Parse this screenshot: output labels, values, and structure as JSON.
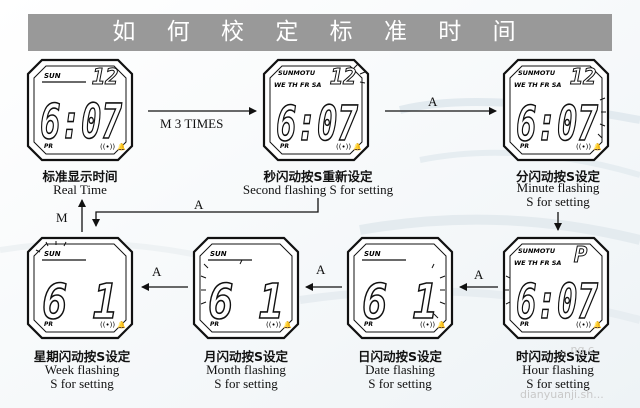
{
  "title": "如 何 校 定 标 准 时 间",
  "watches": [
    {
      "id": "real",
      "top_text": "SUN",
      "week_text": "",
      "big_digits": "6:07",
      "top_digits": "12",
      "pr": "PR"
    },
    {
      "id": "second",
      "top_text": "SUNMOTU",
      "week_text": "WE TH FR SA",
      "big_digits": "6:07",
      "top_digits": "12",
      "pr": "PR"
    },
    {
      "id": "minute",
      "top_text": "SUNMOTU",
      "week_text": "WE TH FR SA",
      "big_digits": "6:07",
      "top_digits": "12",
      "pr": "PR"
    },
    {
      "id": "hour",
      "top_text": "SUNMOTU",
      "week_text": "WE TH FR SA",
      "big_digits": "6:07",
      "top_digits": "P",
      "pr": "PR"
    },
    {
      "id": "date",
      "top_text": "SUN",
      "week_text": "",
      "big_digits": "6 1",
      "top_digits": "",
      "pr": "PR"
    },
    {
      "id": "month",
      "top_text": "SUN",
      "week_text": "",
      "big_digits": "6 1",
      "top_digits": "",
      "pr": "PR"
    },
    {
      "id": "week",
      "top_text": "SUN",
      "week_text": "",
      "big_digits": "6 1",
      "top_digits": "",
      "pr": "PR"
    }
  ],
  "labels": {
    "real": {
      "cn": "标准显示时间",
      "en1": "Real Time",
      "en2": ""
    },
    "second": {
      "cn": "秒闪动按S重新设定",
      "en1": "Second flashing S for setting",
      "en2": ""
    },
    "minute": {
      "cn": "分闪动按S设定",
      "en1": "Minute flashing",
      "en2": "S for setting"
    },
    "hour": {
      "cn": "时闪动按S设定",
      "en1": "Hour flashing",
      "en2": "S for setting"
    },
    "date": {
      "cn": "日闪动按S设定",
      "en1": "Date flashing",
      "en2": "S for setting"
    },
    "month": {
      "cn": "月闪动按S设定",
      "en1": "Month flashing",
      "en2": "S for setting"
    },
    "week": {
      "cn": "星期闪动按S设定",
      "en1": "Week flashing",
      "en2": "S for setting"
    }
  },
  "arrows": {
    "m3": "M 3 TIMES",
    "a1": "A",
    "a2": "A",
    "a_hour_date": "A",
    "a_date_month": "A",
    "a_month_week": "A",
    "m_up": "M"
  },
  "watermark": "dianyuanji.sh...",
  "watermark2": "...ng.c"
}
